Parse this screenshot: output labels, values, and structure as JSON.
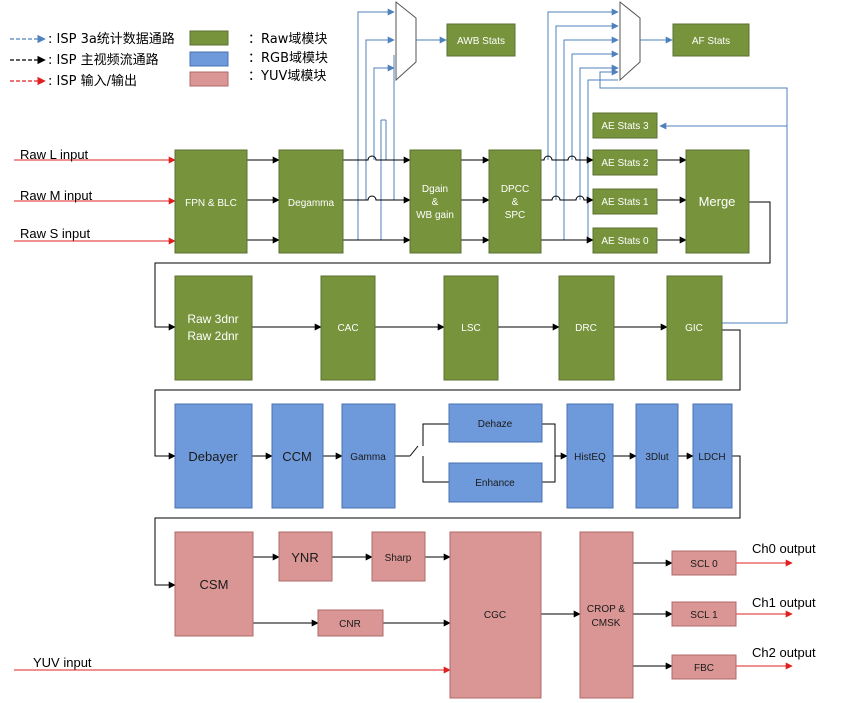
{
  "legend": {
    "stats_path": ": ISP 3a统计数据通路",
    "main_path": ": ISP 主视频流通路",
    "io_path": ": ISP 输入/输出",
    "raw_domain": "：Raw域模块",
    "rgb_domain": "：RGB域模块",
    "yuv_domain": "：YUV域模块"
  },
  "inputs": {
    "raw_l": "Raw L input",
    "raw_m": "Raw M input",
    "raw_s": "Raw S input",
    "yuv": "YUV input"
  },
  "stats_blocks": {
    "awb": "AWB Stats",
    "af": "AF Stats",
    "ae3": "AE Stats 3",
    "ae2": "AE Stats 2",
    "ae1": "AE Stats 1",
    "ae0": "AE Stats 0"
  },
  "raw_blocks": {
    "fpn_blc": "FPN & BLC",
    "degamma": "Degamma",
    "dgain_l1": "Dgain",
    "dgain_l2": "&",
    "dgain_l3": "WB gain",
    "dpcc_l1": "DPCC",
    "dpcc_l2": "&",
    "dpcc_l3": "SPC",
    "merge": "Merge",
    "raw3dnr": "Raw 3dnr",
    "raw2dnr": "Raw 2dnr",
    "cac": "CAC",
    "lsc": "LSC",
    "drc": "DRC",
    "gic": "GIC"
  },
  "rgb_blocks": {
    "debayer": "Debayer",
    "ccm": "CCM",
    "gamma": "Gamma",
    "dehaze": "Dehaze",
    "enhance": "Enhance",
    "histeq": "HistEQ",
    "lut3d": "3Dlut",
    "ldch": "LDCH"
  },
  "yuv_blocks": {
    "csm": "CSM",
    "ynr": "YNR",
    "sharp": "Sharp",
    "cnr": "CNR",
    "cgc": "CGC",
    "crop_l1": "CROP &",
    "crop_l2": "CMSK",
    "scl0": "SCL 0",
    "scl1": "SCL 1",
    "fbc": "FBC"
  },
  "outputs": {
    "ch0": "Ch0 output",
    "ch1": "Ch1 output",
    "ch2": "Ch2 output"
  },
  "colors": {
    "raw_fill": "#77933C",
    "rgb_fill": "#6E9ADB",
    "yuv_fill": "#D99694",
    "stats_arrow": "#4F81BD",
    "main_arrow": "#000000",
    "io_arrow": "#E02020"
  }
}
